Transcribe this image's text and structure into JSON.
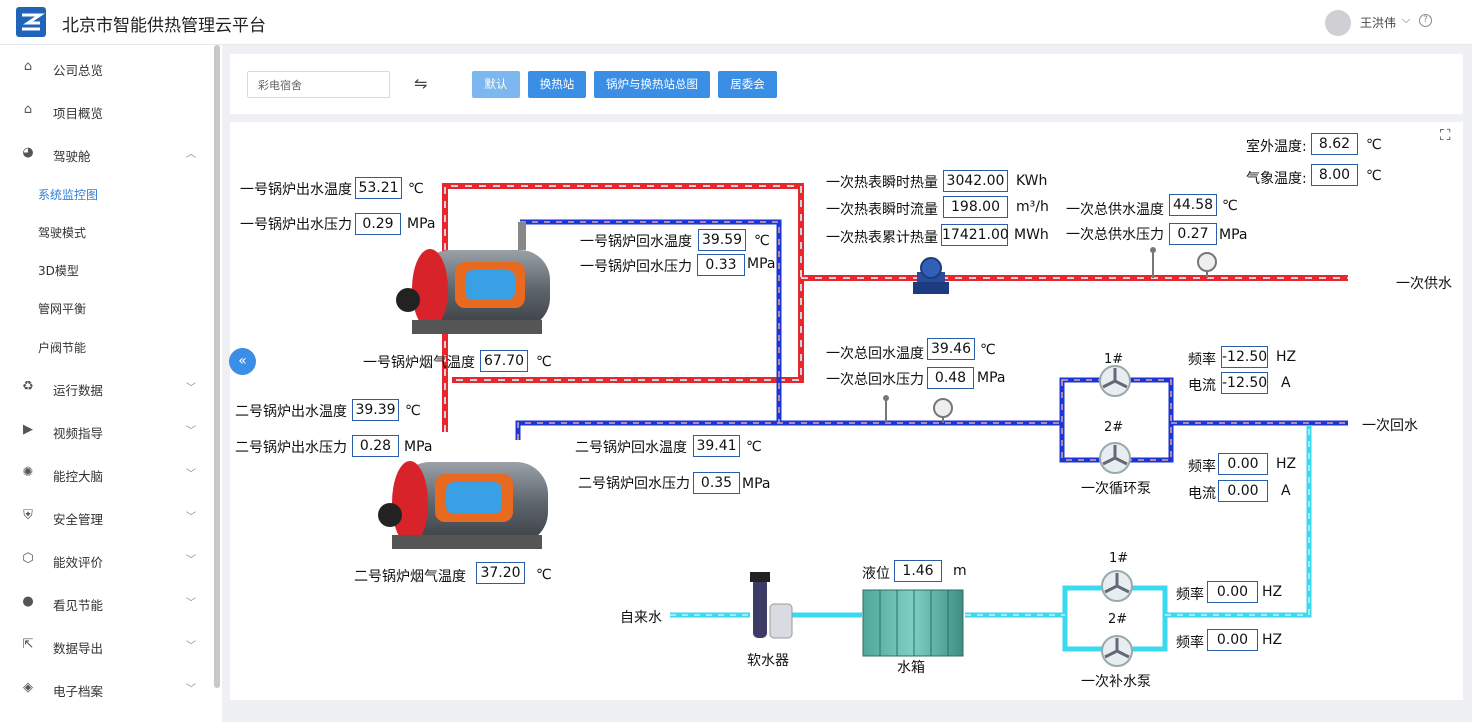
{
  "header": {
    "title": "北京市智能供热管理云平台",
    "user": "王洪伟"
  },
  "sidebar": {
    "items": [
      {
        "label": "公司总览",
        "icon": "home-icon"
      },
      {
        "label": "项目概览",
        "icon": "home-icon"
      },
      {
        "label": "驾驶舱",
        "icon": "dashboard-icon",
        "expanded": true
      },
      {
        "label": "运行数据",
        "icon": "recycle-icon"
      },
      {
        "label": "视频指导",
        "icon": "video-icon"
      },
      {
        "label": "能控大脑",
        "icon": "brain-icon"
      },
      {
        "label": "安全管理",
        "icon": "shield-icon"
      },
      {
        "label": "能效评价",
        "icon": "energy-icon"
      },
      {
        "label": "看见节能",
        "icon": "bulb-icon"
      },
      {
        "label": "数据导出",
        "icon": "export-icon"
      },
      {
        "label": "电子档案",
        "icon": "layers-icon"
      }
    ],
    "subitems": [
      {
        "label": "系统监控图",
        "active": true
      },
      {
        "label": "驾驶模式"
      },
      {
        "label": "3D模型"
      },
      {
        "label": "管网平衡"
      },
      {
        "label": "户阀节能"
      }
    ]
  },
  "toolbar": {
    "search_value": "彩电宿舍",
    "buttons": [
      "默认",
      "换热站",
      "锅炉与换热站总图",
      "居委会"
    ]
  },
  "boiler1": {
    "out_temp_label": "一号锅炉出水温度",
    "out_temp": "53.21",
    "out_temp_unit": "℃",
    "out_press_label": "一号锅炉出水压力",
    "out_press": "0.29",
    "out_press_unit": "MPa",
    "ret_temp_label": "一号锅炉回水温度",
    "ret_temp": "39.59",
    "ret_temp_unit": "℃",
    "ret_press_label": "一号锅炉回水压力",
    "ret_press": "0.33",
    "ret_press_unit": "MPa",
    "flue_label": "一号锅炉烟气温度",
    "flue": "67.70",
    "flue_unit": "℃"
  },
  "boiler2": {
    "out_temp_label": "二号锅炉出水温度",
    "out_temp": "39.39",
    "out_temp_unit": "℃",
    "out_press_label": "二号锅炉出水压力",
    "out_press": "0.28",
    "out_press_unit": "MPa",
    "ret_temp_label": "二号锅炉回水温度",
    "ret_temp": "39.41",
    "ret_temp_unit": "℃",
    "ret_press_label": "二号锅炉回水压力",
    "ret_press": "0.35",
    "ret_press_unit": "MPa",
    "flue_label": "二号锅炉烟气温度",
    "flue": "37.20",
    "flue_unit": "℃"
  },
  "meter": {
    "inst_heat_label": "一次热表瞬时热量",
    "inst_heat": "3042.00",
    "inst_heat_unit": "KWh",
    "inst_flow_label": "一次热表瞬时流量",
    "inst_flow": "198.00",
    "inst_flow_unit": "m³/h",
    "total_heat_label": "一次热表累计热量",
    "total_heat": "17421.00",
    "total_heat_unit": "MWh"
  },
  "supply": {
    "temp_label": "一次总供水温度",
    "temp": "44.58",
    "temp_unit": "℃",
    "press_label": "一次总供水压力",
    "press": "0.27",
    "press_unit": "MPa",
    "line_label": "一次供水"
  },
  "weather": {
    "outdoor_label": "室外温度:",
    "outdoor": "8.62",
    "outdoor_unit": "℃",
    "meteo_label": "气象温度:",
    "meteo": "8.00",
    "meteo_unit": "℃"
  },
  "return": {
    "temp_label": "一次总回水温度",
    "temp": "39.46",
    "temp_unit": "℃",
    "press_label": "一次总回水压力",
    "press": "0.48",
    "press_unit": "MPa",
    "line_label": "一次回水"
  },
  "circ_pump": {
    "label": "一次循环泵",
    "p1": "1#",
    "p2": "2#",
    "freq_label": "频率",
    "cur_label": "电流",
    "hz": "HZ",
    "a": "A",
    "p1_freq": "-12.50",
    "p1_cur": "-12.50",
    "p2_freq": "0.00",
    "p2_cur": "0.00"
  },
  "makeup": {
    "tap_label": "自来水",
    "softener_label": "软水器",
    "tank_label": "水箱",
    "level_label": "液位",
    "level": "1.46",
    "level_unit": "m",
    "pump_label": "一次补水泵",
    "p1": "1#",
    "p2": "2#",
    "freq_label": "频率",
    "hz": "HZ",
    "p1_freq": "0.00",
    "p2_freq": "0.00"
  },
  "colors": {
    "supply": "#e8262b",
    "return": "#1a35d8",
    "makeup": "#3ad9ef",
    "accent": "#3a8ee6"
  }
}
